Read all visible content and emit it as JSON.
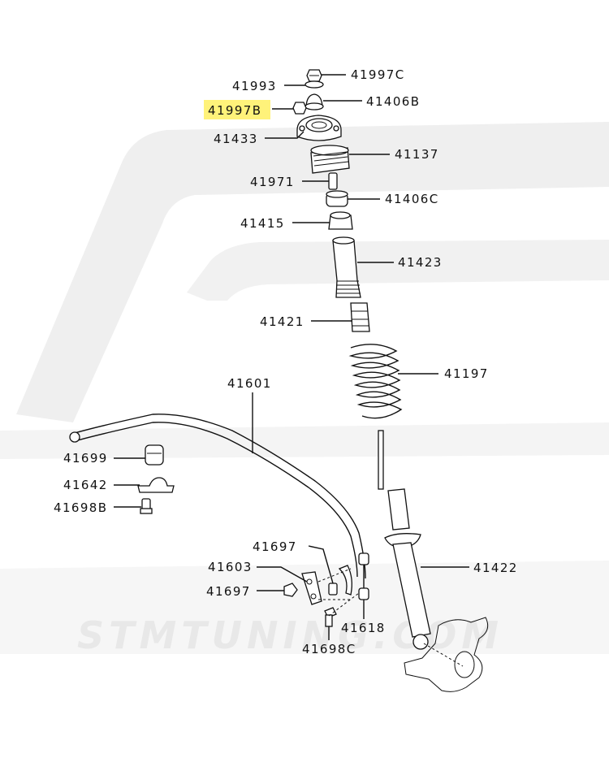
{
  "diagram": {
    "highlight_color": "#fff27a",
    "watermark_color": "#e9e9e9",
    "labels": {
      "p41997C": "41997C",
      "p41993": "41993",
      "p41406B": "41406B",
      "p41997B": "41997B",
      "p41433": "41433",
      "p41137": "41137",
      "p41971": "41971",
      "p41406C": "41406C",
      "p41415": "41415",
      "p41423": "41423",
      "p41421": "41421",
      "p41197": "41197",
      "p41601": "41601",
      "p41699": "41699",
      "p41642": "41642",
      "p41698B": "41698B",
      "p41697a": "41697",
      "p41603": "41603",
      "p41697b": "41697",
      "p41422": "41422",
      "p41618": "41618",
      "p41698C": "41698C"
    },
    "watermark_text": "STMTUNING.COM"
  }
}
